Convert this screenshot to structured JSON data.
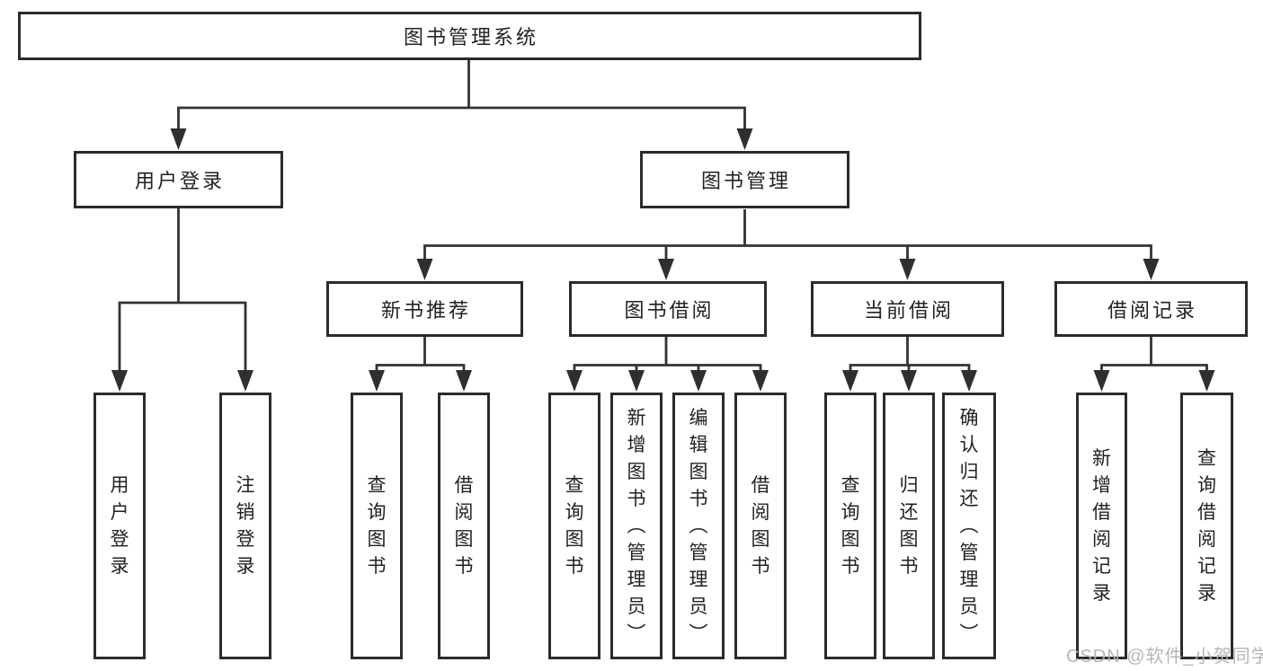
{
  "diagram": {
    "title": "图书管理系统",
    "branches": [
      {
        "label": "用户登录",
        "leaves": [
          "用户登录",
          "注销登录"
        ]
      },
      {
        "label": "图书管理",
        "children": [
          {
            "label": "新书推荐",
            "leaves": [
              "查询图书",
              "借阅图书"
            ]
          },
          {
            "label": "图书借阅",
            "leaves": [
              "查询图书",
              "新增图书（管理员）",
              "编辑图书（管理员）",
              "借阅图书"
            ]
          },
          {
            "label": "当前借阅",
            "leaves": [
              "查询图书",
              "归还图书",
              "确认归还（管理员）"
            ]
          },
          {
            "label": "借阅记录",
            "leaves": [
              "新增借阅记录",
              "查询借阅记录"
            ]
          }
        ]
      }
    ]
  },
  "watermark": {
    "text": "CSDN @软件_小贺同学",
    "color": "#b3b3b3"
  },
  "colors": {
    "line": "#333333",
    "arrow": "#2f2f2f",
    "border": "#2b2b2b",
    "text": "#222222",
    "background": "#ffffff"
  }
}
